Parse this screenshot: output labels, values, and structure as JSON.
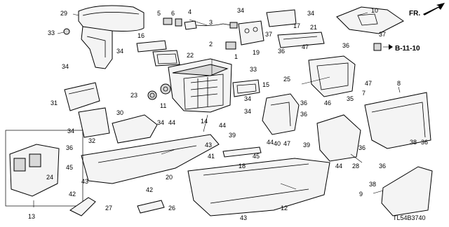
{
  "diagram": {
    "part_numbers": [
      "1",
      "2",
      "3",
      "4",
      "5",
      "6",
      "7",
      "8",
      "9",
      "10",
      "11",
      "12",
      "13",
      "14",
      "15",
      "16",
      "17",
      "18",
      "19",
      "20",
      "21",
      "22",
      "23",
      "24",
      "25",
      "26",
      "27",
      "28",
      "29",
      "30",
      "31",
      "32",
      "33",
      "34",
      "35",
      "36",
      "37",
      "38",
      "39",
      "40",
      "41",
      "42",
      "43",
      "44",
      "45",
      "46",
      "47"
    ],
    "reference": "B-11-10",
    "direction": "FR.",
    "diagram_code": "TL54B3740"
  }
}
